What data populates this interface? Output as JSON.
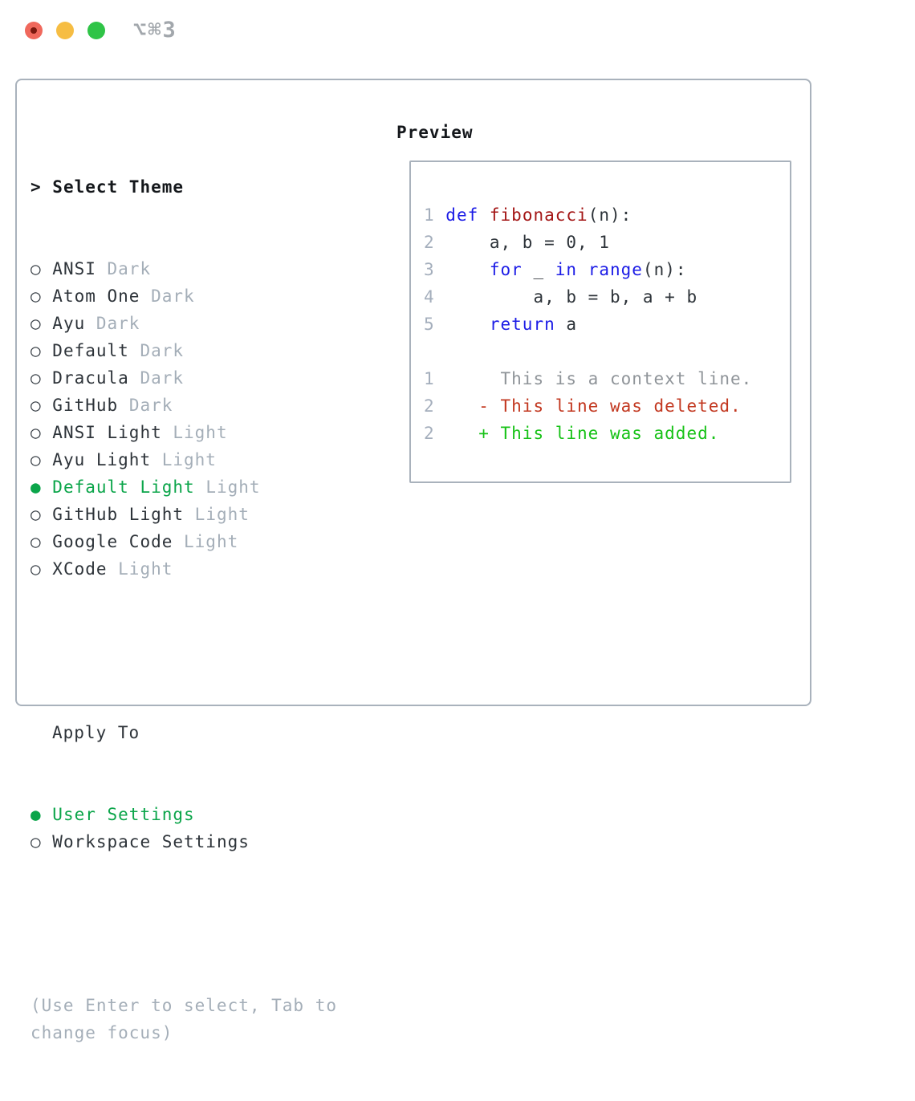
{
  "window": {
    "title": "⌥⌘3",
    "traffic_lights": [
      {
        "name": "close",
        "color": "#f0685c",
        "dot_color": "#7c190f"
      },
      {
        "name": "minimize",
        "color": "#f6bd43"
      },
      {
        "name": "zoom",
        "color": "#2fc447"
      }
    ]
  },
  "theme_panel": {
    "header_prefix": "> ",
    "header": "Select Theme",
    "selected_color": "#0ba54a",
    "radio_unselected": "○",
    "radio_selected": "●",
    "themes": [
      {
        "name": "ANSI",
        "tag": "Dark",
        "selected": false
      },
      {
        "name": "Atom One",
        "tag": "Dark",
        "selected": false
      },
      {
        "name": "Ayu",
        "tag": "Dark",
        "selected": false
      },
      {
        "name": "Default",
        "tag": "Dark",
        "selected": false
      },
      {
        "name": "Dracula",
        "tag": "Dark",
        "selected": false
      },
      {
        "name": "GitHub",
        "tag": "Dark",
        "selected": false
      },
      {
        "name": "ANSI Light",
        "tag": "Light",
        "selected": false
      },
      {
        "name": "Ayu Light",
        "tag": "Light",
        "selected": false
      },
      {
        "name": "Default Light",
        "tag": "Light",
        "selected": true
      },
      {
        "name": "GitHub Light",
        "tag": "Light",
        "selected": false
      },
      {
        "name": "Google Code",
        "tag": "Light",
        "selected": false
      },
      {
        "name": "XCode",
        "tag": "Light",
        "selected": false
      }
    ]
  },
  "apply_panel": {
    "header": "Apply To",
    "options": [
      {
        "label": "User Settings",
        "selected": true
      },
      {
        "label": "Workspace Settings",
        "selected": false
      }
    ]
  },
  "hint_lines": [
    "(Use Enter to select, Tab to",
    "change focus)"
  ],
  "preview": {
    "header": "Preview",
    "code_colors": {
      "kw": "#1c1ce6",
      "fn": "#a31515",
      "txt": "#2d3339",
      "ctx": "#8f9499",
      "del": "#c2371f",
      "add": "#17c217",
      "num": "#a4aebc"
    },
    "code_lines": [
      {
        "num": "1",
        "tokens": [
          [
            "def",
            "kw"
          ],
          [
            " ",
            "txt"
          ],
          [
            "fibonacci",
            "fn"
          ],
          [
            "(n):",
            "txt"
          ]
        ]
      },
      {
        "num": "2",
        "tokens": [
          [
            "    a, b = 0, 1",
            "txt"
          ]
        ]
      },
      {
        "num": "3",
        "tokens": [
          [
            "    ",
            "txt"
          ],
          [
            "for",
            "kw"
          ],
          [
            " _ ",
            "txt"
          ],
          [
            "in",
            "kw"
          ],
          [
            " ",
            "txt"
          ],
          [
            "range",
            "kw"
          ],
          [
            "(n):",
            "txt"
          ]
        ]
      },
      {
        "num": "4",
        "tokens": [
          [
            "        a, b = b, a + b",
            "txt"
          ]
        ]
      },
      {
        "num": "5",
        "tokens": [
          [
            "    ",
            "txt"
          ],
          [
            "return",
            "kw"
          ],
          [
            " a",
            "txt"
          ]
        ]
      },
      {
        "num": "",
        "tokens": []
      },
      {
        "num": "1",
        "tokens": [
          [
            "     This is a context line.",
            "ctx"
          ]
        ]
      },
      {
        "num": "2",
        "tokens": [
          [
            "   - This line was deleted.",
            "del"
          ]
        ]
      },
      {
        "num": "2",
        "tokens": [
          [
            "   + This line was added.",
            "add"
          ]
        ]
      }
    ]
  }
}
